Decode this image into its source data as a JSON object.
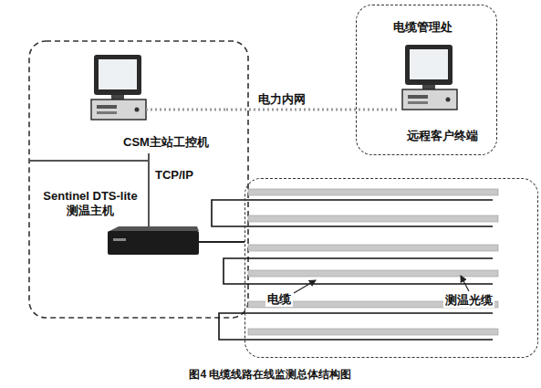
{
  "diagram": {
    "caption": "图4 电缆线路在线监测总体结构图",
    "nodes": [
      {
        "text": [
          "CSM主站工控机"
        ]
      },
      {
        "text": [
          "Sentinel DTS-lite 测温主机"
        ]
      },
      {
        "text": [
          "电缆管理处"
        ]
      },
      {
        "text": [
          "远程客户终端"
        ],
        "in": 2
      },
      {
        "text": [
          "电缆",
          "测温光缆"
        ]
      }
    ],
    "edges": [
      {
        "from": 0,
        "to": 1,
        "label": "TCP/IP",
        "arrow": "none"
      },
      {
        "from": 0,
        "to": 3,
        "label": "电力内网",
        "arrow": "none"
      },
      {
        "from": 1,
        "to": 4,
        "arrow": "none"
      }
    ]
  }
}
